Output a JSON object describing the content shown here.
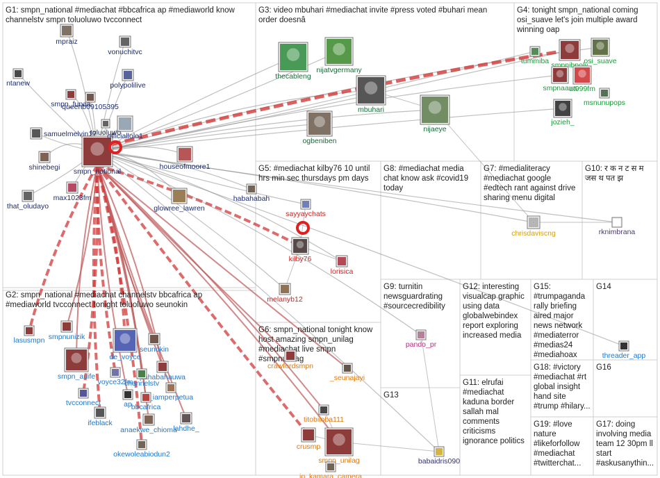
{
  "groups": [
    {
      "id": "G1",
      "lines": [
        "G1: smpn_national #mediachat #bbcafrica ap #mediaworld know",
        "channelstv smpn toluoluwo tvcconnect"
      ]
    },
    {
      "id": "G2",
      "lines": [
        "G2: smpn_national #mediachat channelstv bbcafrica ap",
        "#mediaworld tvcconnect tonight toluoluwo seunokin"
      ]
    },
    {
      "id": "G3",
      "lines": [
        "G3: video mbuhari #mediachat invite #press voted #buhari mean",
        "order doesnâ"
      ]
    },
    {
      "id": "G4",
      "lines": [
        "G4: tonight smpn_national coming",
        "osi_suave let's join multiple award",
        "winning oap"
      ]
    },
    {
      "id": "G5",
      "lines": [
        "G5: #mediachat kilby76 10 until",
        "hrs min sec thursdays pm days"
      ]
    },
    {
      "id": "G6",
      "lines": [
        "G6: smpn_national tonight know",
        "host amazing smpn_unilag",
        "#mediachat live smpn",
        "#smpnunilag"
      ]
    },
    {
      "id": "G7",
      "lines": [
        "G7: #medialiteracy",
        "#mediachat google",
        "#edtech rant against drive",
        "sharing menu digital"
      ]
    },
    {
      "id": "G8",
      "lines": [
        "G8: #mediachat media",
        "chat know ask #covid19",
        "today"
      ]
    },
    {
      "id": "G9",
      "lines": [
        "G9: turnitin",
        "newsguardrating",
        "#sourcecredibility"
      ]
    },
    {
      "id": "G10",
      "lines": [
        "G10: र क न ट स म",
        "जस थ पत झ"
      ]
    },
    {
      "id": "G11",
      "lines": [
        "G11: elrufai",
        "#mediachat",
        "kaduna border",
        "sallah mal",
        "comments",
        "criticisms",
        "ignorance politics"
      ]
    },
    {
      "id": "G12",
      "lines": [
        "G12: interesting",
        "visualcap graphic",
        "using data",
        "globalwebindex",
        "report exploring",
        "increased media"
      ]
    },
    {
      "id": "G13",
      "lines": [
        "G13"
      ]
    },
    {
      "id": "G14",
      "lines": [
        "G14"
      ]
    },
    {
      "id": "G15",
      "lines": [
        "G15:",
        "#trumpaganda",
        "rally briefing",
        "aired major",
        "news network",
        "#mediaterror",
        "#medias24",
        "#mediahoax"
      ]
    },
    {
      "id": "G16",
      "lines": [
        "G16"
      ]
    },
    {
      "id": "G17",
      "lines": [
        "G17: doing",
        "involving media",
        "team 12 30pm ll",
        "start",
        "#askusanythin..."
      ]
    },
    {
      "id": "G18",
      "lines": [
        "G18: #victory",
        "#mediachat #rt",
        "global insight",
        "hand site",
        "#trump #hilary..."
      ]
    },
    {
      "id": "G19",
      "lines": [
        "G19: #love",
        "nature",
        "#likeforfollow",
        "#mediachat",
        "#twitterchat..."
      ]
    }
  ],
  "nodes": [
    {
      "id": "smpn_national",
      "label": "smpn_national",
      "group": "G1",
      "color": "#1f2e6e",
      "fill": "#7a1a1a"
    },
    {
      "id": "mpraiz",
      "label": "mpraiz",
      "group": "G1",
      "color": "#1f2e6e",
      "fill": "#6a5a4a"
    },
    {
      "id": "vonuchitvc",
      "label": "vonuchitvc",
      "group": "G1",
      "color": "#1f2e6e",
      "fill": "#4a4a4a"
    },
    {
      "id": "polypolilive",
      "label": "polypolilive",
      "group": "G1",
      "color": "#1f2e6e",
      "fill": "#3a4a8a"
    },
    {
      "id": "ntanew",
      "label": "ntanew",
      "group": "G1",
      "color": "#1f2e6e",
      "fill": "#2a2a2a"
    },
    {
      "id": "smpn_funaa",
      "label": "smpn_funaa",
      "group": "G1",
      "color": "#1f2e6e",
      "fill": "#7a1a1a"
    },
    {
      "id": "queenb09105395",
      "label": "queenb09105395",
      "group": "G1",
      "color": "#1f2e6e",
      "fill": "#5a3a2a"
    },
    {
      "id": "officiallolo1",
      "label": "officiallolo1",
      "group": "G1",
      "color": "#1f2e6e",
      "fill": "#8a9aaa"
    },
    {
      "id": "toluoluwo",
      "label": "toluoluwo",
      "group": "G1",
      "color": "#1f2e6e",
      "fill": "#4a4a4a"
    },
    {
      "id": "samuelmelvin17",
      "label": "samuelmelvin17",
      "group": "G1",
      "color": "#1f2e6e",
      "fill": "#3a3a3a"
    },
    {
      "id": "shinebegi",
      "label": "shinebegi",
      "group": "G1",
      "color": "#1f2e6e",
      "fill": "#6a4a3a"
    },
    {
      "id": "houseofmoore1",
      "label": "houseofmoore1",
      "group": "G1",
      "color": "#1f2e6e",
      "fill": "#aa3a3a"
    },
    {
      "id": "max1023fm",
      "label": "max1023fm",
      "group": "G1",
      "color": "#1f2e6e",
      "fill": "#aa2a4a"
    },
    {
      "id": "that_oludayo",
      "label": "that_oludayo",
      "group": "G1",
      "color": "#1f2e6e",
      "fill": "#4a4a4a"
    },
    {
      "id": "glowree_lawren",
      "label": "glowree_lawren",
      "group": "G1",
      "color": "#1f2e6e",
      "fill": "#8a6a3a"
    },
    {
      "id": "habahabah",
      "label": "habahabah",
      "group": "G1",
      "color": "#1f2e6e",
      "fill": "#5a4a3a"
    },
    {
      "id": "lasusmpn",
      "label": "lasusmpn",
      "group": "G2",
      "color": "#2277cc",
      "fill": "#7a1a1a"
    },
    {
      "id": "smpnunizik",
      "label": "smpnunizik",
      "group": "G2",
      "color": "#2277cc",
      "fill": "#7a1a1a"
    },
    {
      "id": "smpn_auife",
      "label": "smpn_auife",
      "group": "G2",
      "color": "#2277cc",
      "fill": "#7a1a1a"
    },
    {
      "id": "de_voyce",
      "label": "de_voyce",
      "group": "G2",
      "color": "#2277cc",
      "fill": "#3a4aaa"
    },
    {
      "id": "seunokin",
      "label": "seunokin",
      "group": "G2",
      "color": "#2277cc",
      "fill": "#5a3a2a"
    },
    {
      "id": "pahabahauwa",
      "label": "pahabahauwa",
      "group": "G2",
      "color": "#2277cc",
      "fill": "#7a1a1a"
    },
    {
      "id": "voyce32fm",
      "label": "voyce32fm",
      "group": "G2",
      "color": "#2277cc",
      "fill": "#5a5a9a"
    },
    {
      "id": "channelstv",
      "label": "channelstv",
      "group": "G2",
      "color": "#2277cc",
      "fill": "#2a6a2a"
    },
    {
      "id": "iamperpetua",
      "label": "_iamperpetua",
      "group": "G2",
      "color": "#2277cc",
      "fill": "#8a5a3a"
    },
    {
      "id": "tvcconnect",
      "label": "tvcconnect",
      "group": "G2",
      "color": "#2277cc",
      "fill": "#3a3a8a"
    },
    {
      "id": "ap",
      "label": "ap",
      "group": "G2",
      "color": "#2277cc",
      "fill": "#111111"
    },
    {
      "id": "bbcafrica",
      "label": "bbcafrica",
      "group": "G2",
      "color": "#2277cc",
      "fill": "#aa2222"
    },
    {
      "id": "ifeblack",
      "label": "ifeblack",
      "group": "G2",
      "color": "#2277cc",
      "fill": "#3a3a3a"
    },
    {
      "id": "anaekwe_chioma",
      "label": "anaekwe_chioma",
      "group": "G2",
      "color": "#2277cc",
      "fill": "#6a4a3a"
    },
    {
      "id": "lahdhe",
      "label": "lahdhe_",
      "group": "G2",
      "color": "#2277cc",
      "fill": "#4a3a3a"
    },
    {
      "id": "okewoleabiodun2",
      "label": "okewoleabiodun2",
      "group": "G2",
      "color": "#2277cc",
      "fill": "#5a4a3a"
    },
    {
      "id": "thecableng",
      "label": "thecableng",
      "group": "G3",
      "color": "#1a6a3a",
      "fill": "#2a8a3a"
    },
    {
      "id": "nijatvgermany",
      "label": "nijatvgermany",
      "group": "G3",
      "color": "#1a6a3a",
      "fill": "#3a8a2a"
    },
    {
      "id": "mbuhari",
      "label": "mbuhari",
      "group": "G3",
      "color": "#1a6a3a",
      "fill": "#3a3a3a"
    },
    {
      "id": "nijaeye",
      "label": "nijaeye",
      "group": "G3",
      "color": "#1a6a3a",
      "fill": "#5a7a4a"
    },
    {
      "id": "ogbeniben",
      "label": "ogbeniben",
      "group": "G3",
      "color": "#1a6a3a",
      "fill": "#6a5a4a"
    },
    {
      "id": "tummiba",
      "label": "tummiba",
      "group": "G4",
      "color": "#1a9a3a",
      "fill": "#3a7a3a"
    },
    {
      "id": "smpnibpoly",
      "label": "smpnibpoly",
      "group": "G4",
      "color": "#1a9a3a",
      "fill": "#7a1a1a"
    },
    {
      "id": "osi_suave",
      "label": "osi_suave",
      "group": "G4",
      "color": "#1a9a3a",
      "fill": "#4a5a2a"
    },
    {
      "id": "smpnaaua",
      "label": "smpnaaua",
      "group": "G4",
      "color": "#1a9a3a",
      "fill": "#7a1a1a"
    },
    {
      "id": "at999fm",
      "label": "at999fm",
      "group": "G4",
      "color": "#1a9a3a",
      "fill": "#cc2a2a"
    },
    {
      "id": "msnunupops",
      "label": "msnunupops",
      "group": "G4",
      "color": "#1a9a3a",
      "fill": "#3a5a3a"
    },
    {
      "id": "jozieh",
      "label": "jozieh_",
      "group": "G4",
      "color": "#1a9a3a",
      "fill": "#222222"
    },
    {
      "id": "sayyaychats",
      "label": "sayyaychats",
      "group": "G5",
      "color": "#cc2222",
      "fill": "#5a6aaa"
    },
    {
      "id": "kilby76",
      "label": "kilby76",
      "group": "G5",
      "color": "#cc2222",
      "fill": "#3a2a2a"
    },
    {
      "id": "lorisica",
      "label": "lorisica",
      "group": "G5",
      "color": "#cc2222",
      "fill": "#aa2a3a"
    },
    {
      "id": "melanyb12",
      "label": "melanyb12",
      "group": "G5",
      "color": "#cc2222",
      "fill": "#7a5a3a"
    },
    {
      "id": "crawfordsmpn",
      "label": "crawfordsmpn",
      "group": "G6",
      "color": "#e07a10",
      "fill": "#7a1a1a"
    },
    {
      "id": "seunajayi",
      "label": "_seunajayi",
      "group": "G6",
      "color": "#e07a10",
      "fill": "#4a3a2a"
    },
    {
      "id": "titobiloba111",
      "label": "titobiloba111",
      "group": "G6",
      "color": "#e07a10",
      "fill": "#2a2a2a"
    },
    {
      "id": "crusmp",
      "label": "crusmp",
      "group": "G6",
      "color": "#e07a10",
      "fill": "#7a1a1a"
    },
    {
      "id": "smpn_unilag",
      "label": "smpn_unilag",
      "group": "G6",
      "color": "#e07a10",
      "fill": "#7a1a1a"
    },
    {
      "id": "jo_kamara_camera",
      "label": "jo_kamara_camera",
      "group": "G6",
      "color": "#e07a10",
      "fill": "#5a4a3a"
    },
    {
      "id": "chrisdaviscng",
      "label": "chrisdaviscng",
      "group": "G7",
      "color": "#d4a010",
      "fill": "#aaaaaa"
    },
    {
      "id": "rknimbrana",
      "label": "rknimbrana",
      "group": "G10",
      "color": "#4a3a6a",
      "fill": "#ffffff"
    },
    {
      "id": "pando_pr",
      "label": "pando_pr",
      "group": "G9",
      "color": "#b0307a",
      "fill": "#aa6a8a"
    },
    {
      "id": "babaidris090",
      "label": "babaidris090",
      "group": "G13",
      "color": "#333366",
      "fill": "#ccaa22"
    },
    {
      "id": "threader_app",
      "label": "threader_app",
      "group": "G14",
      "color": "#2277cc",
      "fill": "#111111"
    }
  ]
}
